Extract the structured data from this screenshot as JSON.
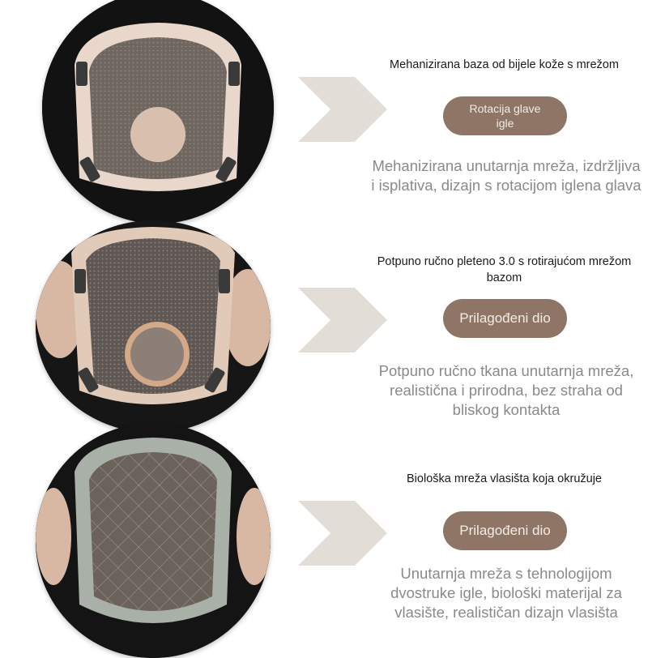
{
  "rows": [
    {
      "title": "Mehanizirana baza od bijele kože s mrežom",
      "badge": "Rotacija glave igle",
      "description": "Mehanizirana unutarnja mreža, izdržljiva i isplativa, dizajn s rotacijom iglena glava"
    },
    {
      "title": "Potpuno ručno pleteno 3.0 s rotirajućom mrežom bazom",
      "badge": "Prilagođeni dio",
      "description": "Potpuno ručno tkana unutarnja mreža, realistična i prirodna, bez straha od bliskog kontakta"
    },
    {
      "title": "Biološka mreža vlasišta koja okružuje",
      "badge": "Prilagođeni dio",
      "description": "Unutarnja mreža s tehnologijom dvostruke igle, biološki materijal za vlasište, realističan dizajn vlasišta"
    }
  ],
  "colors": {
    "badge_background": "#8e7566",
    "badge_text": "#f3ece6",
    "arrow": "#e3ddd8",
    "description_text": "#8a8a8a"
  }
}
